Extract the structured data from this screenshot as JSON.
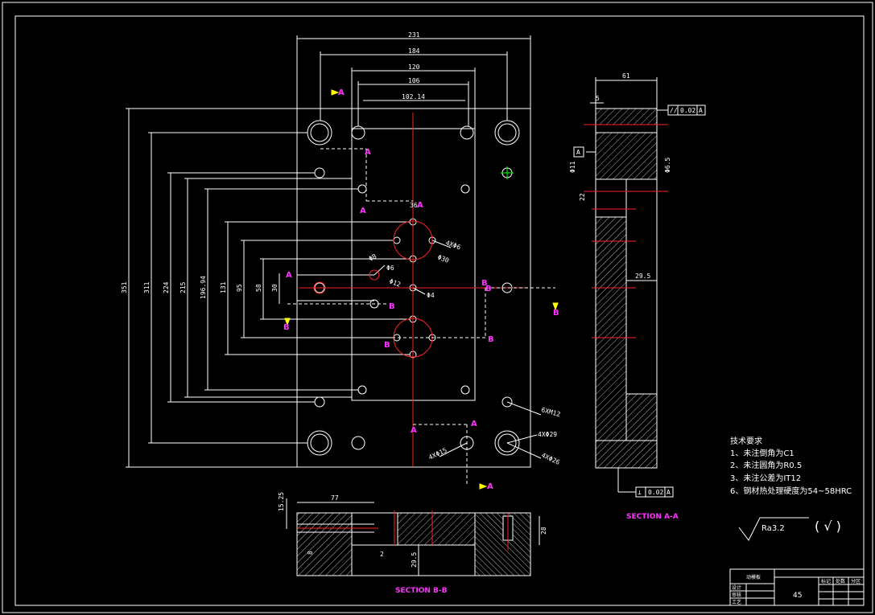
{
  "colors": {
    "background": "#000000",
    "outline": "#ffffff",
    "centerline": "#ff2222",
    "hatch": "#ffffff",
    "section_label": "#ff33ff",
    "arrow": "#ffff00",
    "hole_center": "#00ff00"
  },
  "front_view": {
    "dims": {
      "w231": "231",
      "w184": "184",
      "w120": "120",
      "w106": "106",
      "w10214": "102.14",
      "h351": "351",
      "h311": "311",
      "h224": "224",
      "h215": "215",
      "h19694": "196.94",
      "h131": "131",
      "h95": "95",
      "h58": "58",
      "h30": "30",
      "w36": "36"
    },
    "callouts": {
      "c4x6": "4XΦ6",
      "c30": "Φ30",
      "c8": "Φ8",
      "c6": "Φ6",
      "c12": "Φ12",
      "c4": "Φ4",
      "c6xm12": "6XM12",
      "c4x29": "4XΦ29",
      "c4x26": "4XΦ26",
      "c4x15": "4XΦ15"
    },
    "section_marks": {
      "a1": "A",
      "a2": "A",
      "a3": "A",
      "a4": "A",
      "a5": "A",
      "a6": "A",
      "a7": "A",
      "a8": "A",
      "b1": "B",
      "b2": "B",
      "b3": "B",
      "b4": "B",
      "b5": "B",
      "b6": "B",
      "b7": "B"
    }
  },
  "section_aa": {
    "title": "SECTION A-A",
    "dims": {
      "w61": "61",
      "w5": "5",
      "d11": "Φ11",
      "d65": "Φ6.5",
      "d22": "22",
      "d295": "29.5"
    },
    "tolerances": {
      "top_symbol": "//",
      "top_value": "0.02",
      "top_datum": "A",
      "bottom_symbol": "⊥",
      "bottom_value": "0.02",
      "bottom_datum": "A"
    },
    "datum": "A"
  },
  "section_bb": {
    "title": "SECTION B-B",
    "dims": {
      "d1525": "15.25",
      "d77": "77",
      "d28": "28",
      "d8": "8",
      "d2": "2",
      "d295": "29.5"
    }
  },
  "technical_requirements": {
    "heading": "技术要求",
    "items": [
      "1、未注倒角为C1",
      "2、未注圆角为R0.5",
      "3、未注公差为IT12",
      "6、钢材热处理硬度为54~58HRC"
    ]
  },
  "surface_finish": {
    "value": "Ra3.2",
    "note": "( √ )"
  },
  "title_block": {
    "name": "动模板",
    "material": "45",
    "labels": [
      "标记",
      "处数",
      "分区"
    ],
    "rows": [
      "设计",
      "审核",
      "工艺"
    ]
  }
}
